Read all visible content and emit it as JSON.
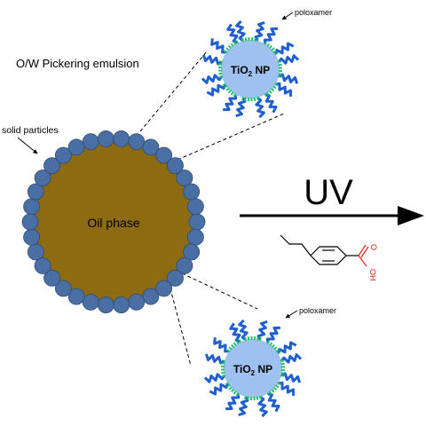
{
  "labels": {
    "emulsion_title": "O/W Pickering emulsion",
    "solid_particles": "solid particles",
    "oil_phase": "Oil phase",
    "uv": "UV",
    "poloxamer_top": "poloxamer",
    "poloxamer_bottom": "poloxamer"
  },
  "nanoparticle": {
    "label_main": "TiO",
    "label_subscript": "2",
    "label_suffix": " NP"
  },
  "molecule": {
    "oxygen_label": "O",
    "hydroxyl_label": "OH"
  },
  "colors": {
    "oil_phase": "#8c6b12",
    "solid_particle": "#4a6fa5",
    "nanoparticle": "#9ec1ef",
    "poloxamer_tail": "#1f5fd0",
    "poloxamer_anchor": "#29c26a",
    "acid_group": "#d9261c"
  }
}
